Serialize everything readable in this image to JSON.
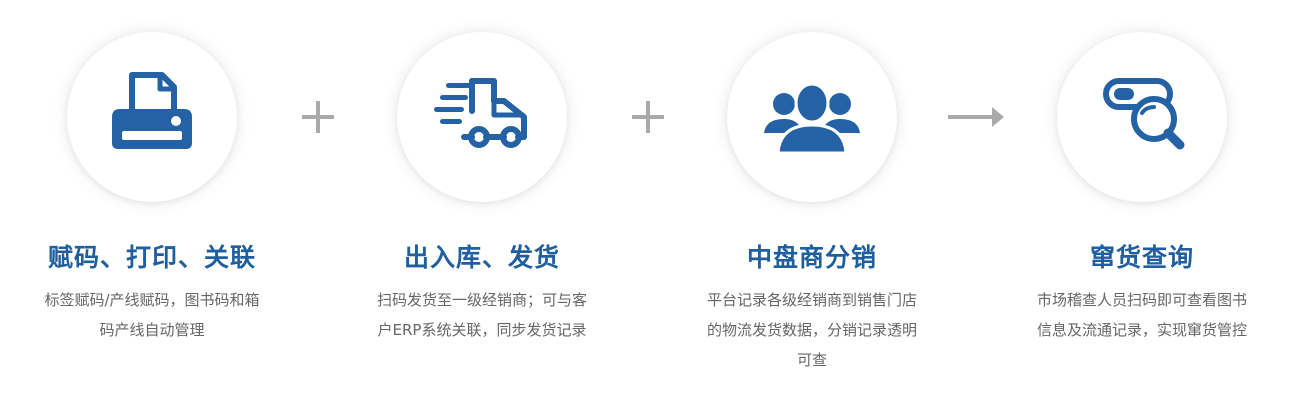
{
  "colors": {
    "icon": "#2462a5",
    "title": "#1f5f9f",
    "text": "#666666",
    "connector": "#aaaaaa"
  },
  "connectors": [
    "plus",
    "plus",
    "arrow-right"
  ],
  "steps": [
    {
      "icon": "printer-icon",
      "title": "赋码、打印、关联",
      "desc": "标签赋码/产线赋码，图书码和箱码产线自动管理"
    },
    {
      "icon": "delivery-truck-icon",
      "title": "出入库、发货",
      "desc": "扫码发货至一级经销商；可与客户ERP系统关联，同步发货记录"
    },
    {
      "icon": "user-group-icon",
      "title": "中盘商分销",
      "desc": "平台记录各级经销商到销售门店的物流发货数据，分销记录透明可查"
    },
    {
      "icon": "search-inspect-icon",
      "title": "窜货查询",
      "desc": "市场稽查人员扫码即可查看图书信息及流通记录，实现窜货管控"
    }
  ]
}
